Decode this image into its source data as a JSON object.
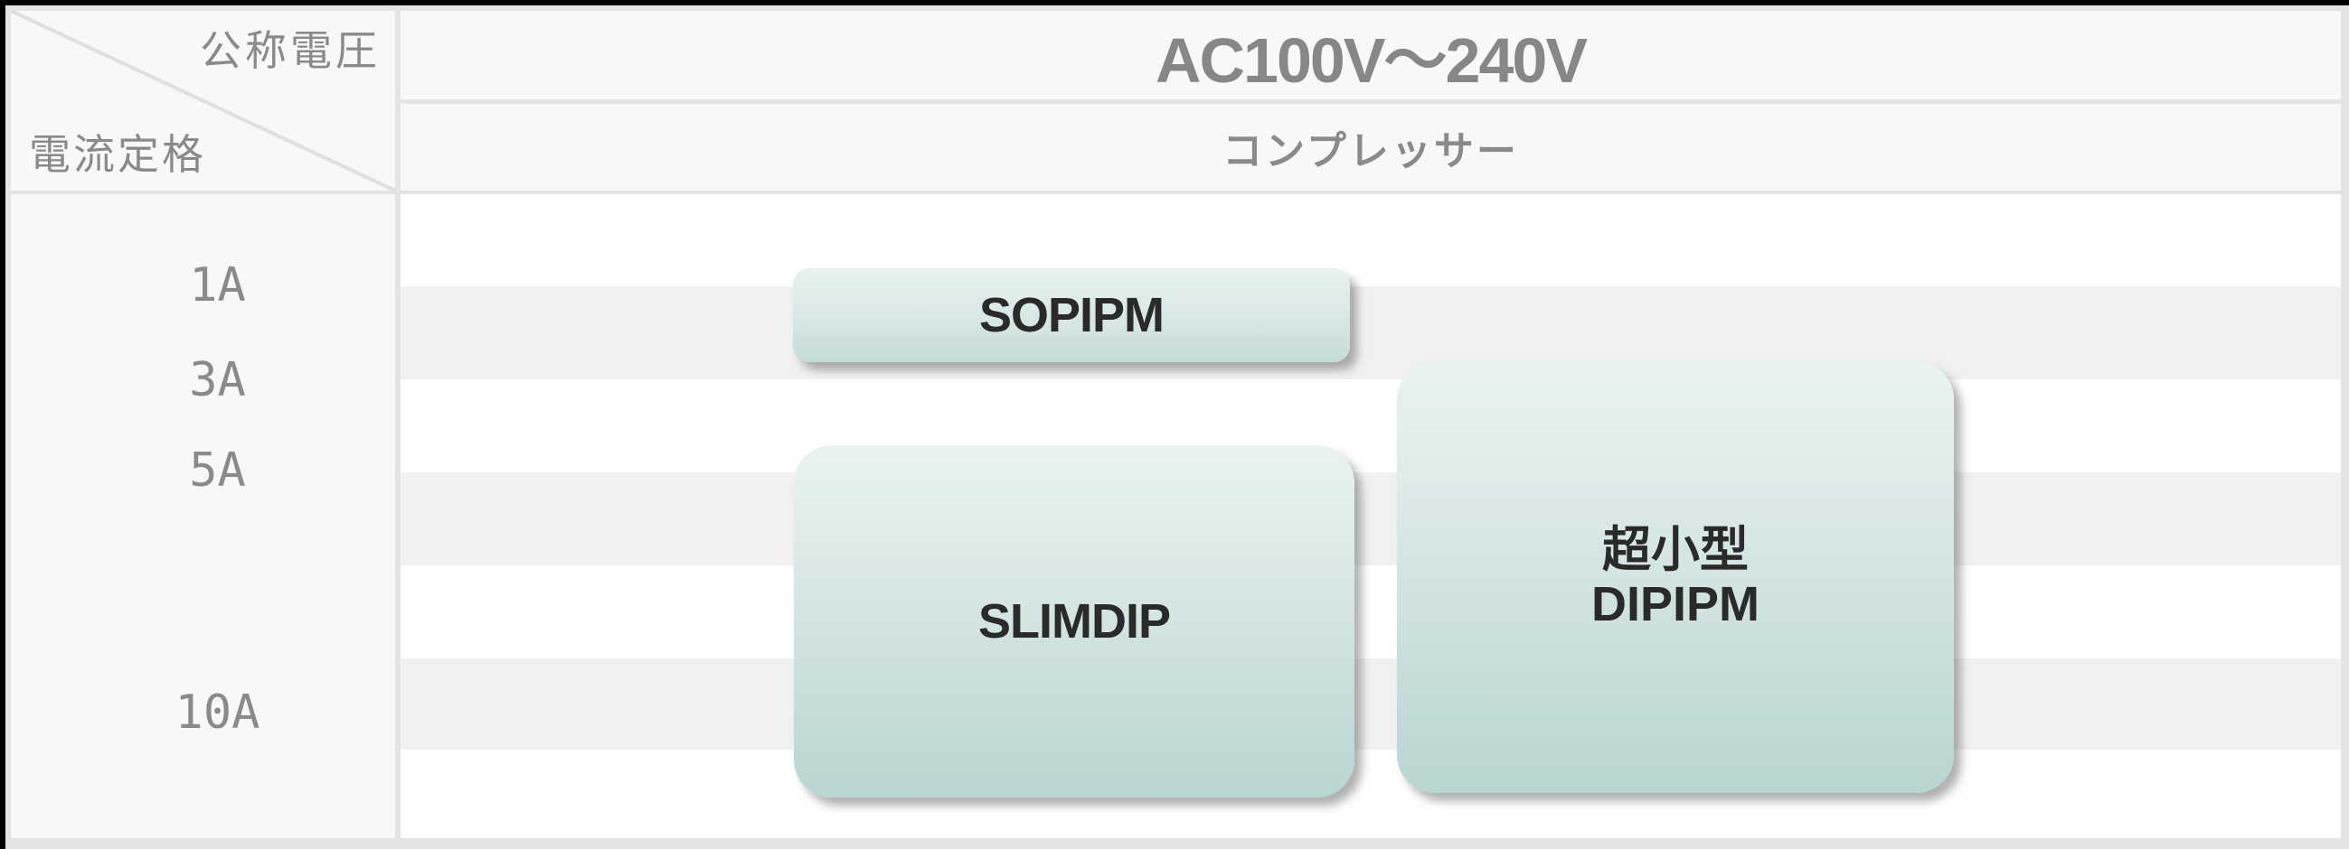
{
  "header": {
    "corner_top_right": "公称電圧",
    "corner_bottom_left": "電流定格",
    "voltage_header": "AC100V～240V",
    "load_header": "コンプレッサー"
  },
  "axis": {
    "labels": [
      "1A",
      "3A",
      "5A",
      "10A"
    ]
  },
  "products": {
    "sopipm": {
      "label": "SOPIPM"
    },
    "slimdip": {
      "label": "SLIMDIP"
    },
    "dipipm": {
      "line1": "超小型",
      "line2": "DIPIPM"
    }
  },
  "chart_data": {
    "type": "bar",
    "subtype": "floating-range-boxes",
    "title": "",
    "x_axis": {
      "label": "公称電圧",
      "categories": [
        "AC100V～240V"
      ]
    },
    "column_subheader": "コンプレッサー",
    "y_axis": {
      "label": "電流定格",
      "ticks": [
        "1A",
        "3A",
        "5A",
        "10A"
      ],
      "direction": "increasing-downward"
    },
    "series": [
      {
        "name": "SOPIPM",
        "voltage": "AC100V～240V",
        "current_range_A": [
          1,
          3
        ]
      },
      {
        "name": "SLIMDIP",
        "voltage": "AC100V～240V",
        "current_range_A": [
          4,
          12
        ]
      },
      {
        "name": "超小型DIPIPM",
        "voltage": "AC100V～240V",
        "current_range_A": [
          3,
          12
        ]
      }
    ],
    "legend": "none",
    "grid": "alternating horizontal bands between current-rating gridlines",
    "note": "current ranges estimated from box extents versus the 1A/3A/5A/10A band boundaries"
  },
  "colors": {
    "frame_black": "#000000",
    "table_border_gray": "#e4e4e4",
    "cell_background": "#f8f8f8",
    "stripe_gray": "#f1f1f1",
    "plot_white": "#ffffff",
    "header_text_gray": "#8a8a8a",
    "box_text_dark": "#2a2a2a",
    "box_gradient_top": "#eaf4f2",
    "box_gradient_bottom": "#b9d5d2"
  }
}
